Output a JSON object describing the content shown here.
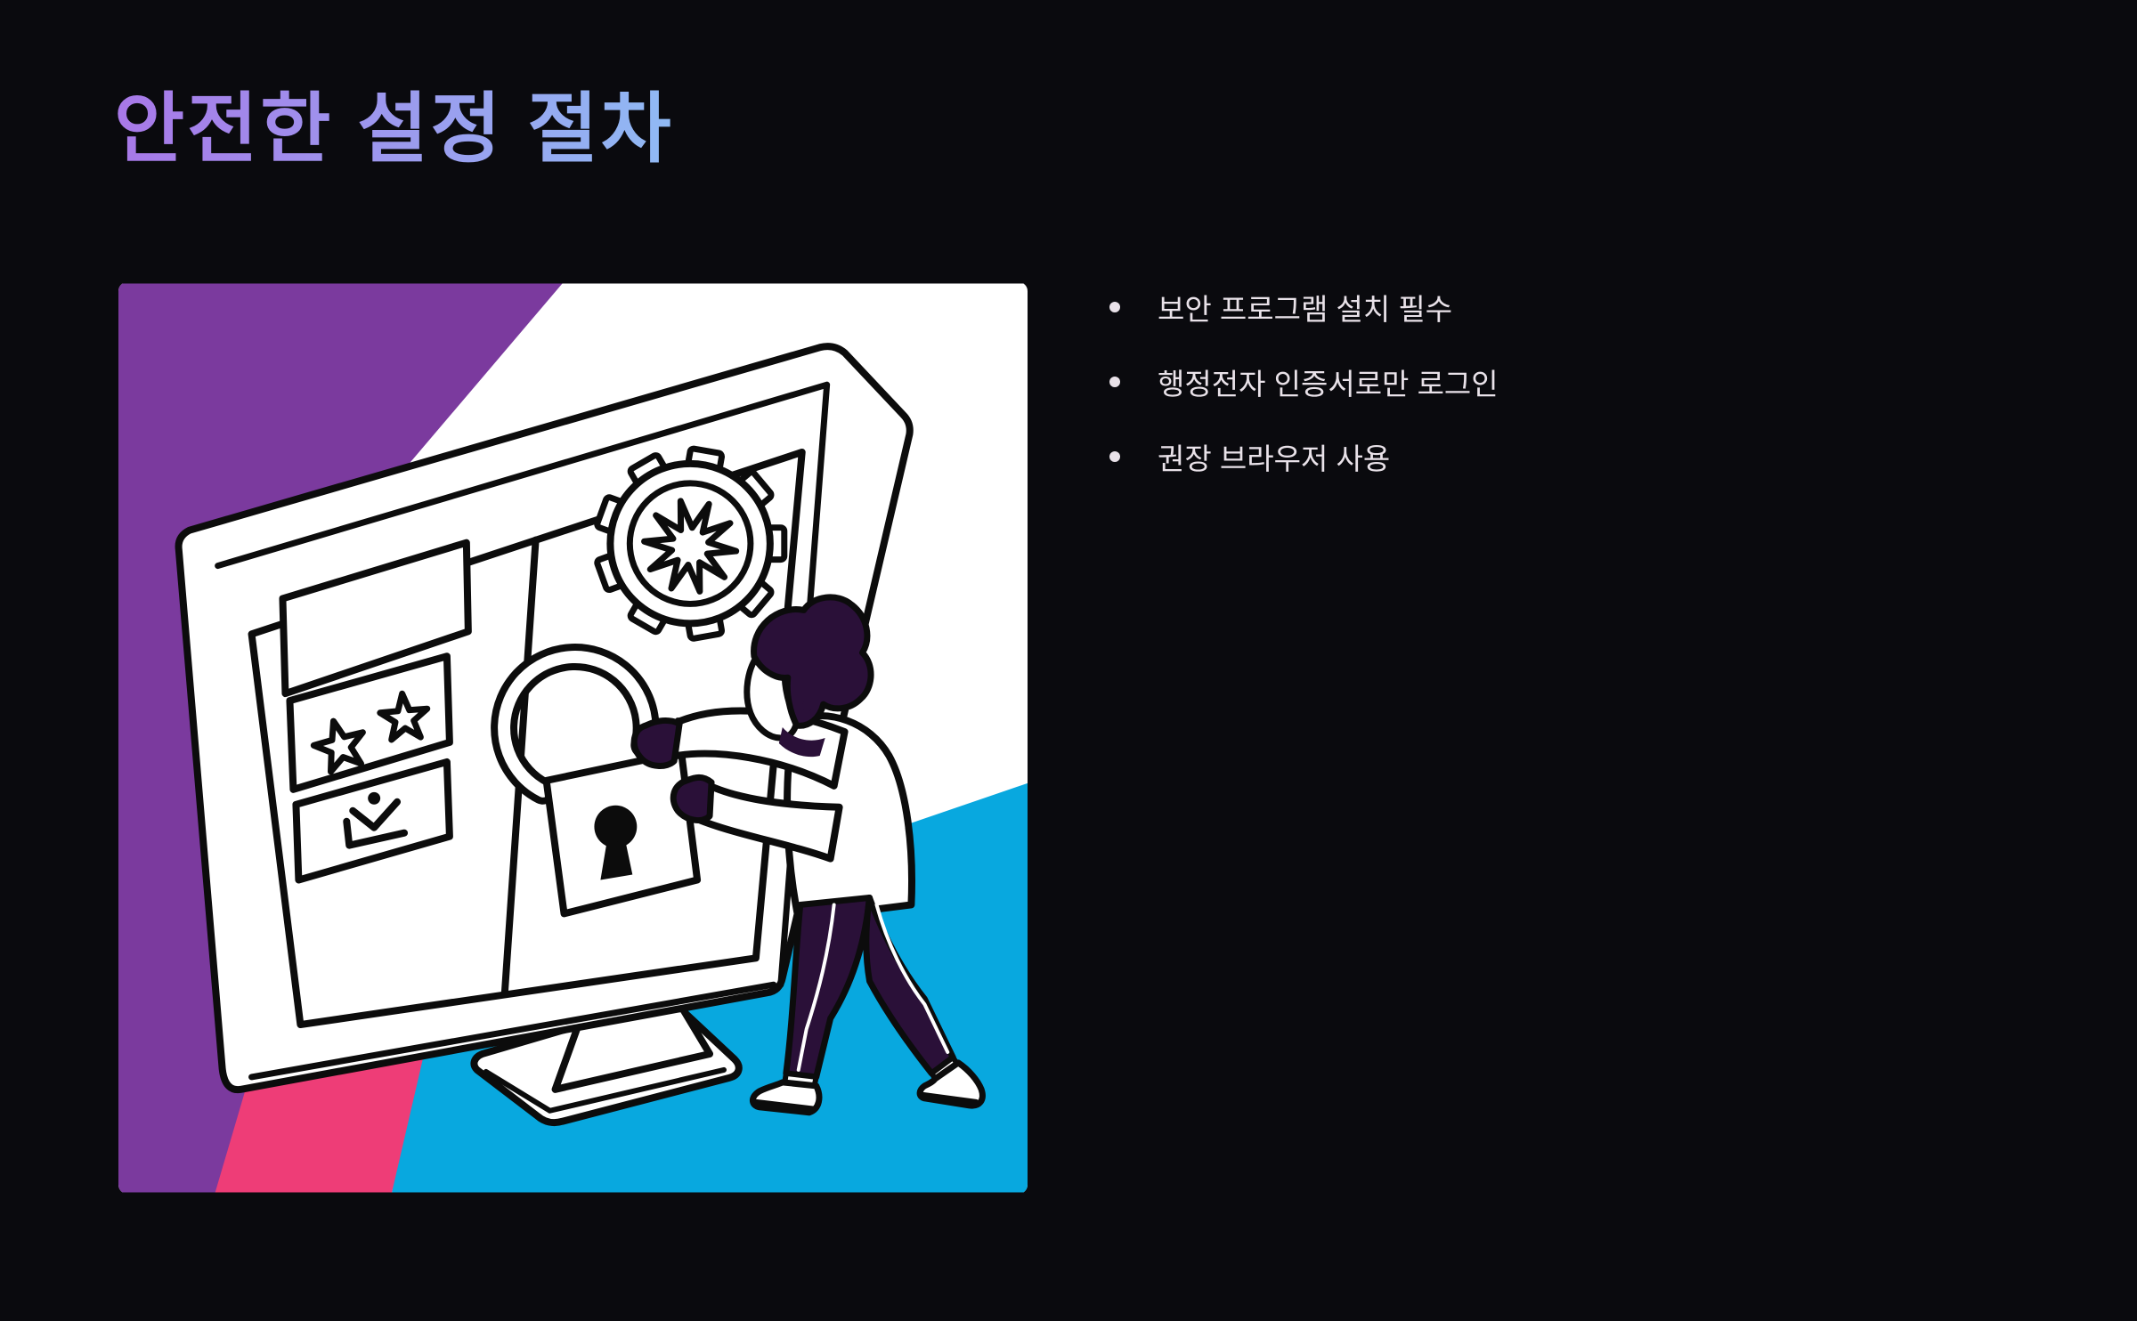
{
  "title": {
    "text": "안전한 설정 절차"
  },
  "bullets": {
    "items": [
      {
        "label": "보안 프로그램 설치 필수"
      },
      {
        "label": "행정전자 인증서로만 로그인"
      },
      {
        "label": "권장 브라우저 사용"
      }
    ]
  },
  "theme": {
    "bg": "#0A0A0E",
    "text": "#E9E2E9",
    "grad1": "#A878E8",
    "grad2": "#90BAF4",
    "purple": "#7B3A9E",
    "pink": "#EE3D77",
    "blue": "#08A8DF",
    "white": "#FFFFFF",
    "ink": "#0C0C0C",
    "dark": "#2A1038"
  }
}
